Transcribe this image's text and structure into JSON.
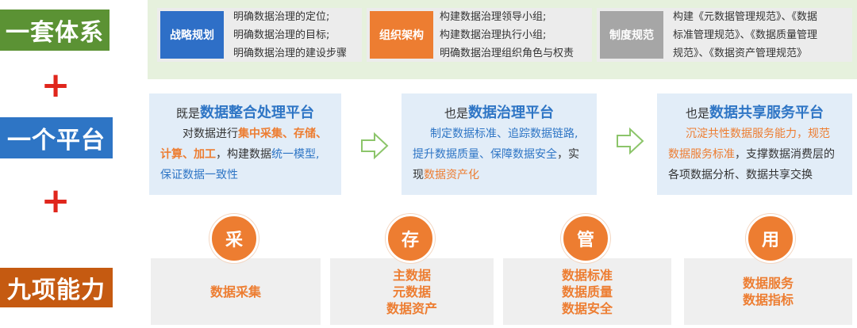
{
  "side_labels": {
    "system": "一套体系",
    "platform": "一个平台",
    "abilities": "九项能力",
    "plus": "+"
  },
  "colors": {
    "green": "#5b9234",
    "blue": "#2e75c5",
    "orange": "#ed7d31",
    "gray": "#a6a6a6",
    "red": "#e0261c"
  },
  "system": [
    {
      "tag": "战略规划",
      "lines": [
        "明确数据治理的定位;",
        "明确数据治理的目标;",
        "明确数据治理的建设步骤"
      ]
    },
    {
      "tag": "组织架构",
      "lines": [
        "构建数据治理领导小组;",
        "构建数据治理执行小组;",
        "明确数据治理组织角色与权责"
      ]
    },
    {
      "tag": "制度规范",
      "lines": [
        "构建《元数据管理规范》、《数据",
        "标准管理规范》、《数据质量管理",
        "规范》、《数据资产管理规范》"
      ]
    }
  ],
  "platform": {
    "p1": {
      "prefix": "既是",
      "title": "数据整合处理平台",
      "t1": "对数据进行",
      "t2": "集中采集、存储、",
      "t3": "计算、加工",
      "t4": "，构建数据",
      "t5": "统一模型,",
      "t6": "保证数据一致性"
    },
    "p2": {
      "prefix": "也是",
      "title": "数据治理平台",
      "t1": "制定数据标准、追踪数据链路,",
      "t2": "提升数据质量、保障数据安全",
      "t3": "，实",
      "t4": "现",
      "t5": "数据资产化"
    },
    "p3": {
      "prefix": "也是",
      "title": "数据共享服务平台",
      "t1": "沉淀共性数据服务能力，规范",
      "t2": "数据服务标准",
      "t3": "，支撑数据消费层的",
      "t4": "各项数据分析、数据共享交换"
    }
  },
  "abilities": [
    {
      "char": "采",
      "items": [
        "数据采集"
      ]
    },
    {
      "char": "存",
      "items": [
        "主数据",
        "元数据",
        "数据资产"
      ]
    },
    {
      "char": "管",
      "items": [
        "数据标准",
        "数据质量",
        "数据安全"
      ]
    },
    {
      "char": "用",
      "items": [
        "数据服务",
        "数据指标"
      ]
    }
  ]
}
